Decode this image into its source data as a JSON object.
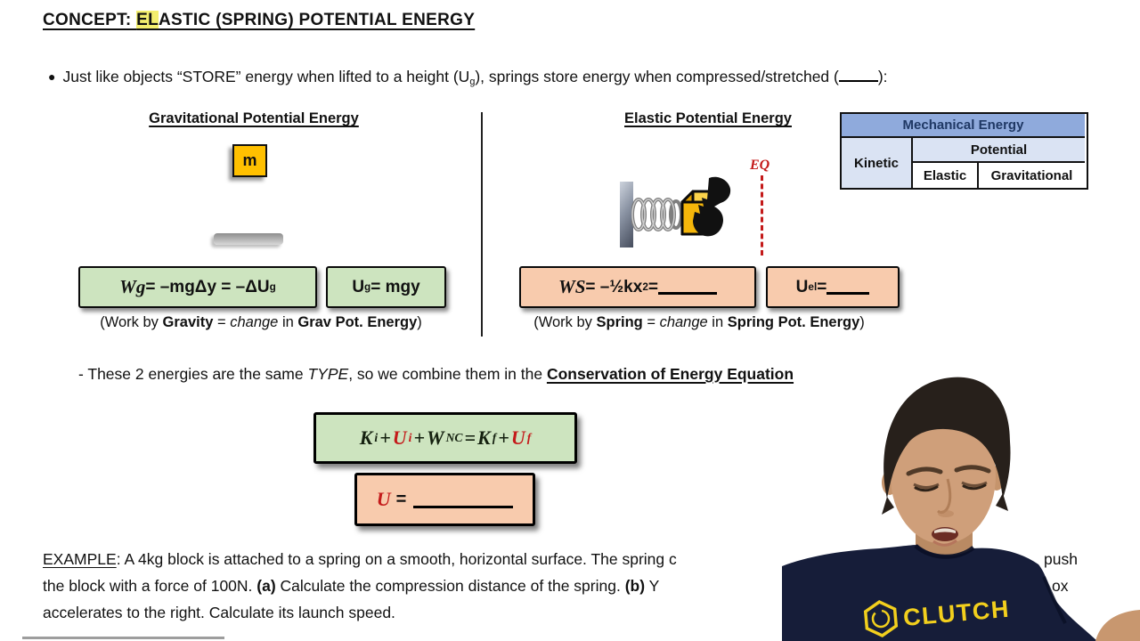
{
  "title": {
    "prefix": "CONCEPT: ",
    "highlight": "EL",
    "suffix": "ASTIC (SPRING) POTENTIAL ENERGY"
  },
  "intro": {
    "bullet": "●",
    "part1": "Just like objects “STORE” energy when lifted to a height (U",
    "sub1": "g",
    "part2": "), springs store energy when compressed/stretched (",
    "part3": "):"
  },
  "grav": {
    "heading": "Gravitational Potential Energy",
    "mass_label": "m",
    "wg": {
      "w": "W",
      "w_sub": "g",
      "b1": " = –mgΔy = –ΔU",
      "b1_sub": "g"
    },
    "ug": {
      "u": "U",
      "u_sub": "g",
      "b": " = mgy"
    },
    "caption": {
      "p1": "(Work by ",
      "b1": "Gravity",
      "p2": " = ",
      "i1": "change",
      "p3": " in ",
      "b2": "Grav Pot. Energy",
      "p4": ")"
    }
  },
  "elastic": {
    "heading": "Elastic Potential Energy",
    "eq_label": "EQ",
    "ws": {
      "w": "W",
      "w_sub": "S",
      "b1": " =  –½kx",
      "sup": "2",
      "b2": " = "
    },
    "uel": {
      "u": "U",
      "u_sub": "el",
      "b": " = "
    },
    "caption": {
      "p1": "(Work by ",
      "b1": "Spring",
      "p2": " = ",
      "i1": "change",
      "p3": " in ",
      "b2": "Spring Pot. Energy",
      "p4": ")"
    }
  },
  "table": {
    "header": "Mechanical Energy",
    "kinetic": "Kinetic",
    "potential": "Potential",
    "elastic": "Elastic",
    "gravitational": "Gravitational"
  },
  "combine": {
    "p1": "- These 2 energies are the same ",
    "i1": "TYPE",
    "p2": ", so we combine them in the ",
    "b1": "Conservation of Energy Equation"
  },
  "conservation_eq": {
    "k1": "K",
    "k1_sub": "i",
    "plus1": "+",
    "u1": "U",
    "u1_sub": "i",
    "plus2": "+",
    "w": "W",
    "w_sub": "NC",
    "equals": "=",
    "k2": "K",
    "k2_sub": "f",
    "plus3": "+",
    "u2": "U",
    "u2_sub": "f"
  },
  "u_box": {
    "u": "U",
    "equals": "="
  },
  "example": {
    "label": "EXAMPLE",
    "line1_a": ": A 4kg block is attached to a spring on a smooth, horizontal surface. The spring c",
    "line1_frag": "push",
    "line2_a": "the block with a force of 100N. ",
    "line2_b": "(a)",
    "line2_c": " Calculate the compression distance of the spring. ",
    "line2_d": "(b)",
    "line2_e": " Y",
    "line2_frag": "ox",
    "line3": "accelerates to the right. Calculate its launch speed."
  },
  "presenter": {
    "shirt_text": "CLUTCH"
  },
  "colors": {
    "page_bg": "#ffffff",
    "highlight": "#f3ee6e",
    "green_box": "#cde4bf",
    "peach_box": "#f8cbad",
    "box_border": "#0a0a0a",
    "table_header_bg": "#8faadc",
    "table_sub_bg": "#dae3f3",
    "table_header_text": "#1f3864",
    "red": "#c41a1a",
    "mass_yellow": "#ffc000",
    "shirt_navy": "#161d39",
    "logo_yellow": "#f2cf1d",
    "skin": "#cf9f7a",
    "hair": "#27201b"
  }
}
